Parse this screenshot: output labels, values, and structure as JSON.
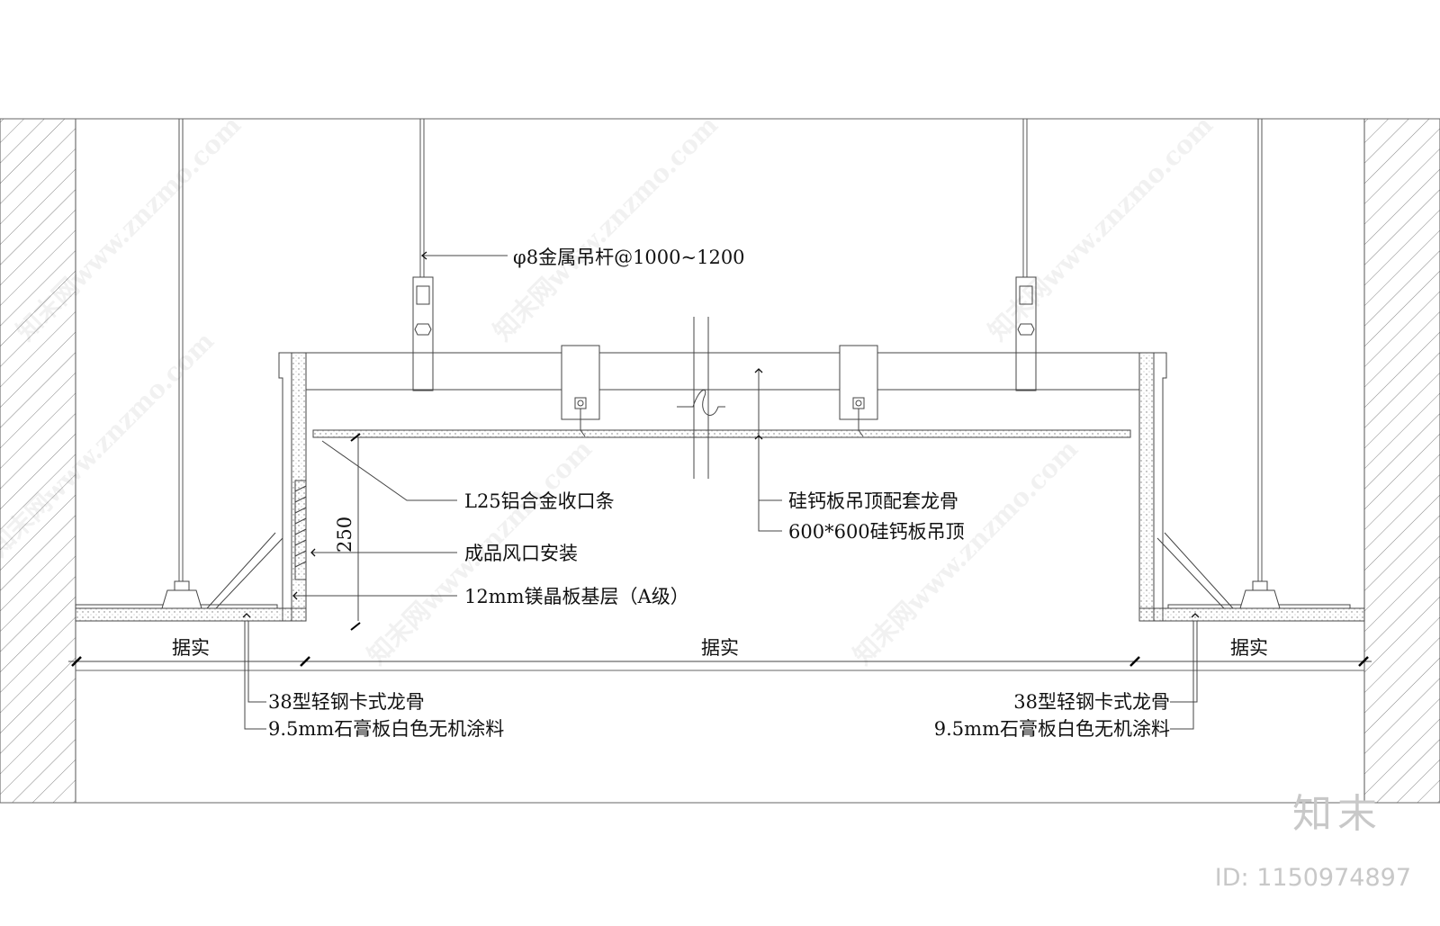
{
  "drawing": {
    "labels": {
      "rod": "φ8金属吊杆@1000~1200",
      "keel_system": "硅钙板吊顶配套龙骨",
      "panel_ceiling": "600*600硅钙板吊顶",
      "edge_strip": "L25铝合金收口条",
      "vent": "成品风口安装",
      "base_board": "12mm镁晶板基层（A级）",
      "dim_250": "250",
      "left_keel": "38型轻钢卡式龙骨",
      "left_gypsum": "9.5mm石膏板白色无机涂料",
      "right_keel": "38型轻钢卡式龙骨",
      "right_gypsum": "9.5mm石膏板白色无机涂料",
      "dim_left": "据实",
      "dim_center": "据实",
      "dim_right": "据实"
    },
    "watermark": "知末网www.znzmo.com"
  },
  "brand": {
    "logo": "知末",
    "id": "ID: 1150974897"
  }
}
